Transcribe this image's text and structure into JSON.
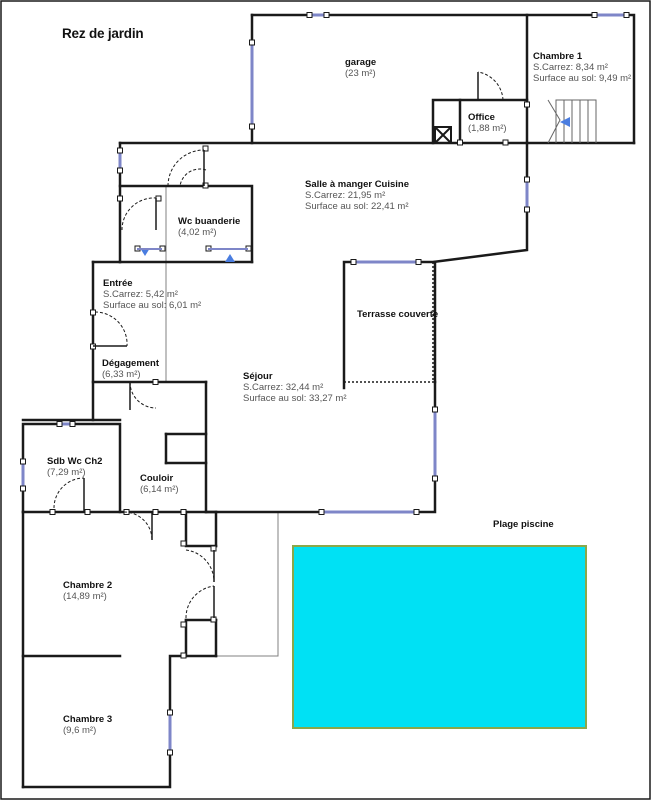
{
  "plan": {
    "title": "Rez de jardin",
    "colors": {
      "wall": "#1a1a1a",
      "window": "#7e86c8",
      "pool": "#00e1f4",
      "pool_border": "#8aa84a",
      "thin": "#808080",
      "arrow": "#4a7de0"
    },
    "rooms": [
      {
        "id": "garage",
        "name": "garage",
        "lines": [
          "(23 m²)"
        ]
      },
      {
        "id": "chambre1",
        "name": "Chambre 1",
        "lines": [
          "S.Carrez: 8,34 m²",
          "Surface au sol: 9,49 m²"
        ]
      },
      {
        "id": "office",
        "name": "Office",
        "lines": [
          "(1,88 m²)"
        ]
      },
      {
        "id": "salle",
        "name": "Salle à manger Cuisine",
        "lines": [
          "S.Carrez: 21,95 m²",
          "Surface au sol: 22,41 m²"
        ]
      },
      {
        "id": "wc",
        "name": "Wc buanderie",
        "lines": [
          "(4,02 m²)"
        ]
      },
      {
        "id": "entree",
        "name": "Entrée",
        "lines": [
          "S.Carrez: 5,42 m²",
          "Surface au sol: 6,01 m²"
        ]
      },
      {
        "id": "terrasse",
        "name": "Terrasse couverte",
        "lines": []
      },
      {
        "id": "degagement",
        "name": "Dégagement",
        "lines": [
          "(6,33 m²)"
        ]
      },
      {
        "id": "sejour",
        "name": "Séjour",
        "lines": [
          "S.Carrez: 32,44 m²",
          "Surface au sol: 33,27 m²"
        ]
      },
      {
        "id": "sdb",
        "name": "Sdb Wc Ch2",
        "lines": [
          "(7,29 m²)"
        ]
      },
      {
        "id": "couloir",
        "name": "Couloir",
        "lines": [
          "(6,14 m²)"
        ]
      },
      {
        "id": "plage",
        "name": "Plage piscine",
        "lines": []
      },
      {
        "id": "chambre2",
        "name": "Chambre 2",
        "lines": [
          "(14,89 m²)"
        ]
      },
      {
        "id": "chambre3",
        "name": "Chambre 3",
        "lines": [
          "(9,6 m²)"
        ]
      }
    ]
  }
}
